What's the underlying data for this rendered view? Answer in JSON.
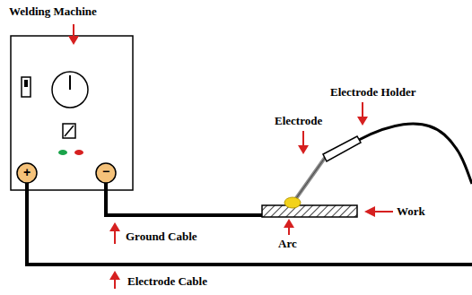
{
  "diagram": {
    "labels": [
      "Welding Machine",
      "+",
      "−",
      "Electrode Holder",
      "Electrode",
      "Arc",
      "Work",
      "Ground Cable",
      "Electrode Cable"
    ]
  }
}
